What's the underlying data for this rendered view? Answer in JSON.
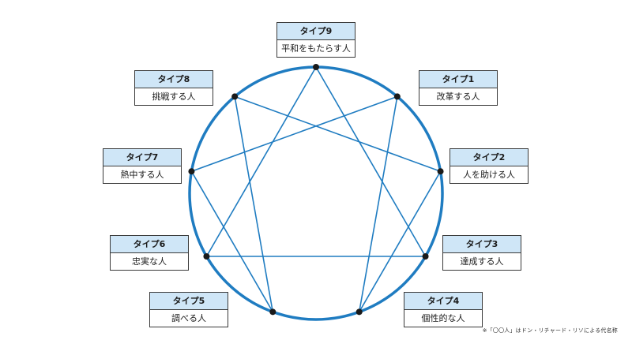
{
  "types": [
    {
      "id": 1,
      "label": "タイプ1",
      "desc": "改革する人"
    },
    {
      "id": 2,
      "label": "タイプ2",
      "desc": "人を助ける人"
    },
    {
      "id": 3,
      "label": "タイプ3",
      "desc": "達成する人"
    },
    {
      "id": 4,
      "label": "タイプ4",
      "desc": "個性的な人"
    },
    {
      "id": 5,
      "label": "タイプ5",
      "desc": "調べる人"
    },
    {
      "id": 6,
      "label": "タイプ6",
      "desc": "忠実な人"
    },
    {
      "id": 7,
      "label": "タイプ7",
      "desc": "熱中する人"
    },
    {
      "id": 8,
      "label": "タイプ8",
      "desc": "挑戦する人"
    },
    {
      "id": 9,
      "label": "タイプ9",
      "desc": "平和をもたらす人"
    }
  ],
  "connections": {
    "triangle": [
      3,
      6,
      9
    ],
    "hexad": [
      1,
      4,
      2,
      8,
      5,
      7
    ]
  },
  "colors": {
    "circle": "#1f7cc1",
    "lines": "#1f7cc1",
    "dots": "#1a1a1a",
    "card_header": "#cfe6f7"
  },
  "footnote": "※「〇〇人」はドン・リチャード・リソによる代名称"
}
